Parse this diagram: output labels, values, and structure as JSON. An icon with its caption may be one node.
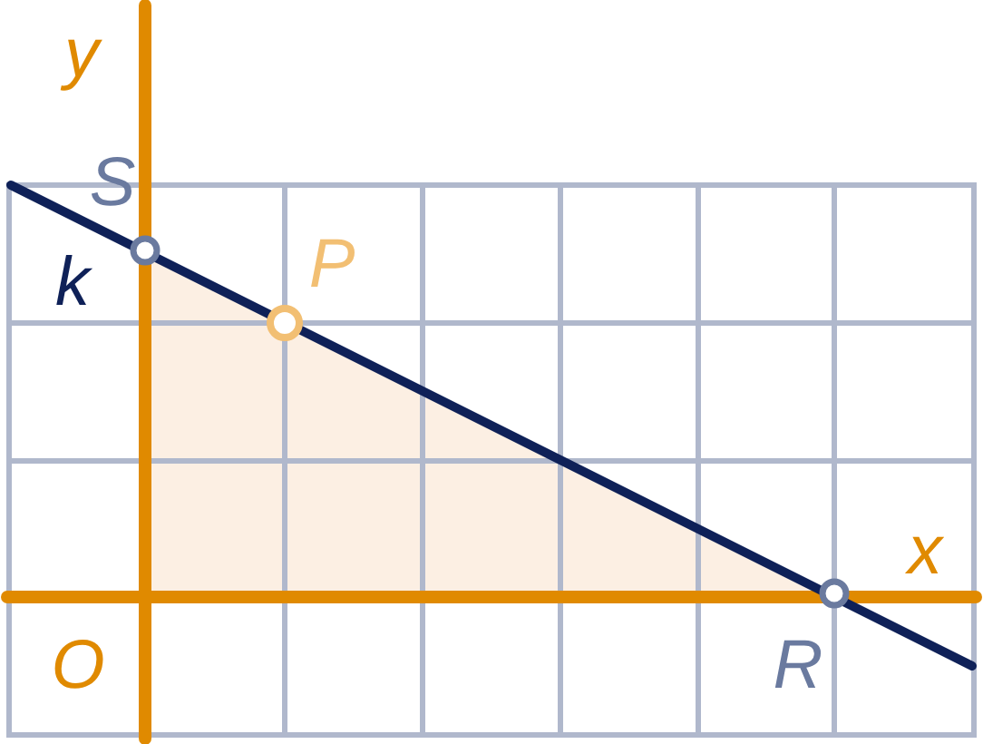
{
  "diagram": {
    "labels": [
      "y",
      "S",
      "k",
      "P",
      "x",
      "O",
      "R"
    ]
  }
}
